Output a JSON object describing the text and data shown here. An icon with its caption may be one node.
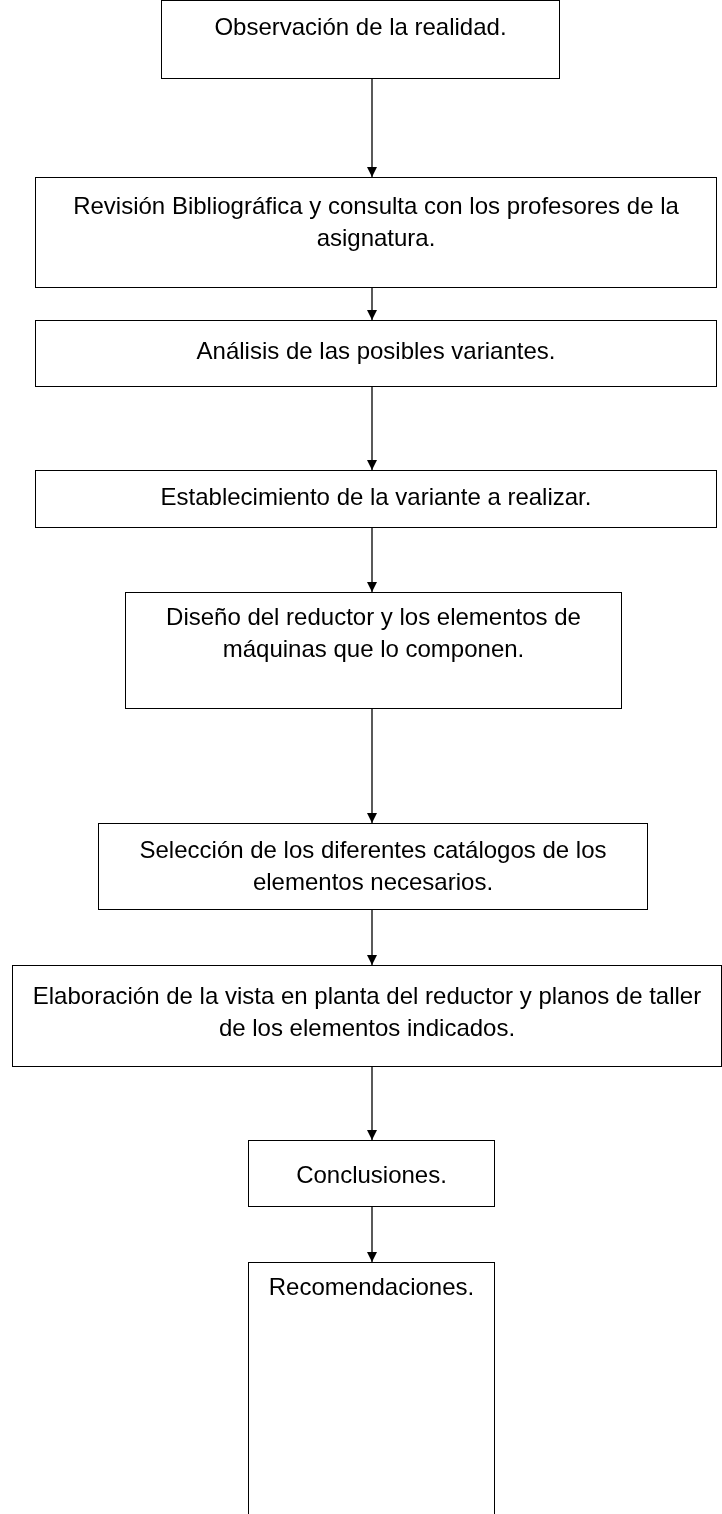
{
  "diagram": {
    "nodes": [
      {
        "text": [
          "Observación de la realidad."
        ]
      },
      {
        "text": [
          "Revisión  Bibliográfica y consulta con los profesores de la asignatura."
        ]
      },
      {
        "text": [
          "Análisis de las posibles variantes."
        ]
      },
      {
        "text": [
          "Establecimiento de la variante a realizar."
        ]
      },
      {
        "text": [
          "Diseño del reductor y los elementos de máquinas que lo componen."
        ]
      },
      {
        "text": [
          "Selección de los diferentes catálogos de los elementos necesarios."
        ]
      },
      {
        "text": [
          "Elaboración de la vista en planta del reductor y planos de taller de los elementos indicados."
        ]
      },
      {
        "text": [
          "Conclusiones."
        ]
      },
      {
        "text": [
          "Recomendaciones."
        ]
      }
    ],
    "edges": [
      {
        "from": 0,
        "to": 1,
        "arrow": "to"
      },
      {
        "from": 1,
        "to": 2,
        "arrow": "to"
      },
      {
        "from": 2,
        "to": 3,
        "arrow": "to"
      },
      {
        "from": 3,
        "to": 4,
        "arrow": "to"
      },
      {
        "from": 4,
        "to": 5,
        "arrow": "to"
      },
      {
        "from": 5,
        "to": 6,
        "arrow": "to"
      },
      {
        "from": 6,
        "to": 7,
        "arrow": "to"
      },
      {
        "from": 7,
        "to": 8,
        "arrow": "to"
      }
    ]
  }
}
